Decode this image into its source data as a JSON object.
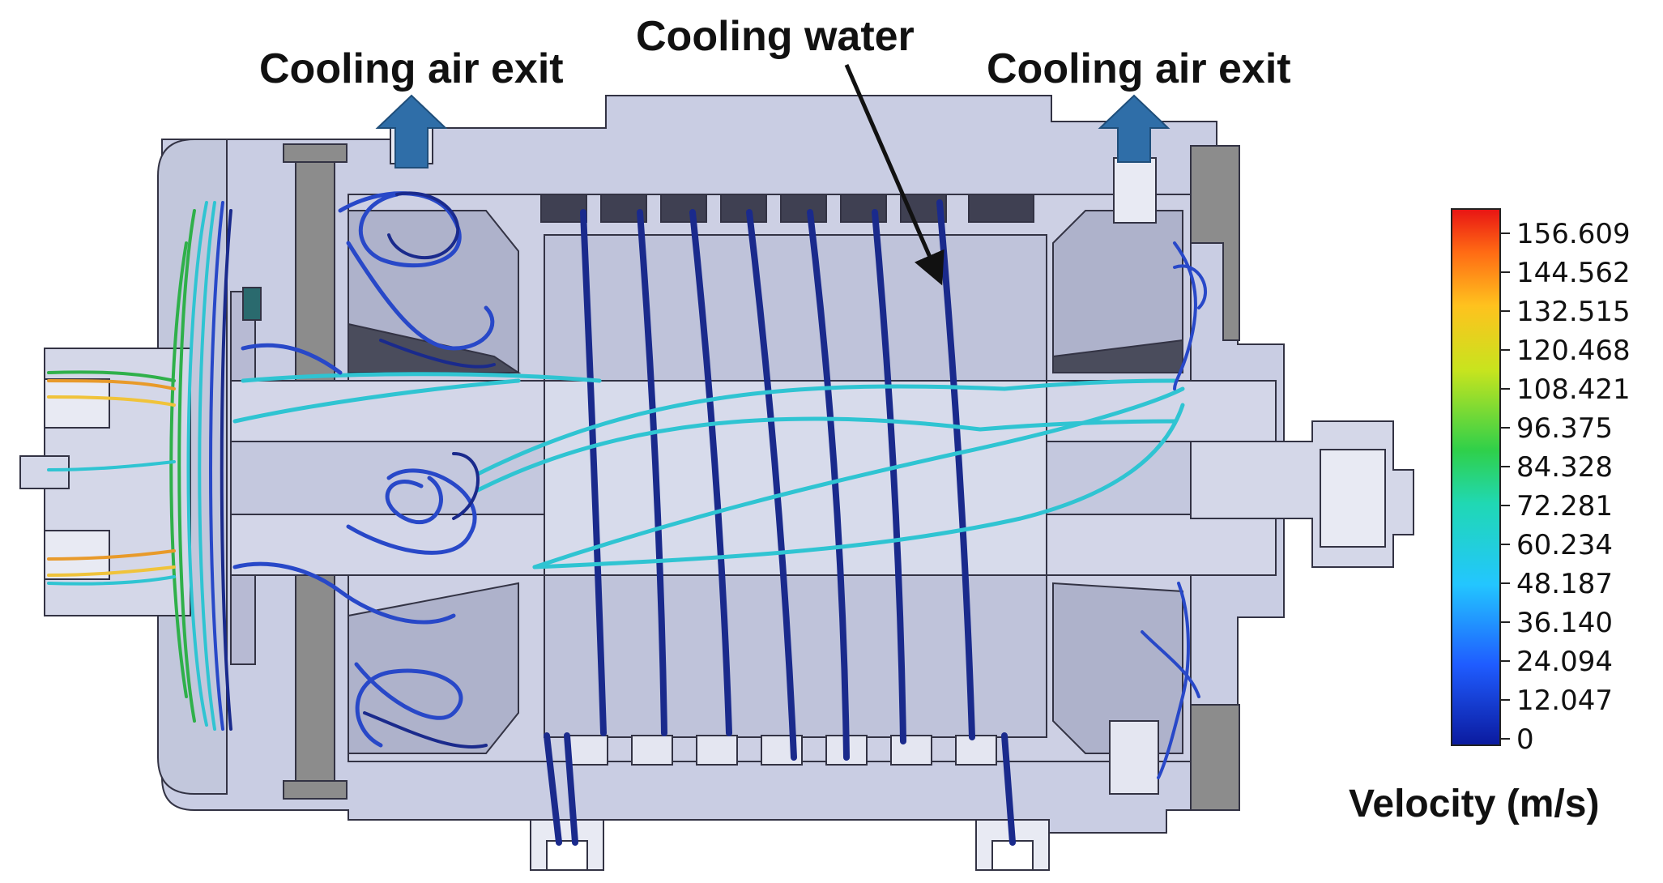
{
  "labels": {
    "left_exit": "Cooling air exit",
    "right_exit": "Cooling air exit",
    "water": "Cooling water"
  },
  "legend": {
    "title": "Velocity (m/s)",
    "ticks": [
      "156.609",
      "144.562",
      "132.515",
      "120.468",
      "108.421",
      "96.375",
      "84.328",
      "72.281",
      "60.234",
      "48.187",
      "36.140",
      "24.094",
      "12.047",
      "0"
    ]
  },
  "colors": {
    "housing": "#c9cde3",
    "housing_light": "#dfe2ef",
    "housing_dark": "#a4a9c2",
    "outline": "#333344",
    "gray": "#8c8c8c",
    "arrow": "#2f6ea8",
    "streamline_dark": "#1a2a8c",
    "streamline_blue": "#2848c8",
    "streamline_cyan": "#2fc4d2",
    "streamline_green": "#2fb04a",
    "streamline_orange": "#e89a2a"
  }
}
